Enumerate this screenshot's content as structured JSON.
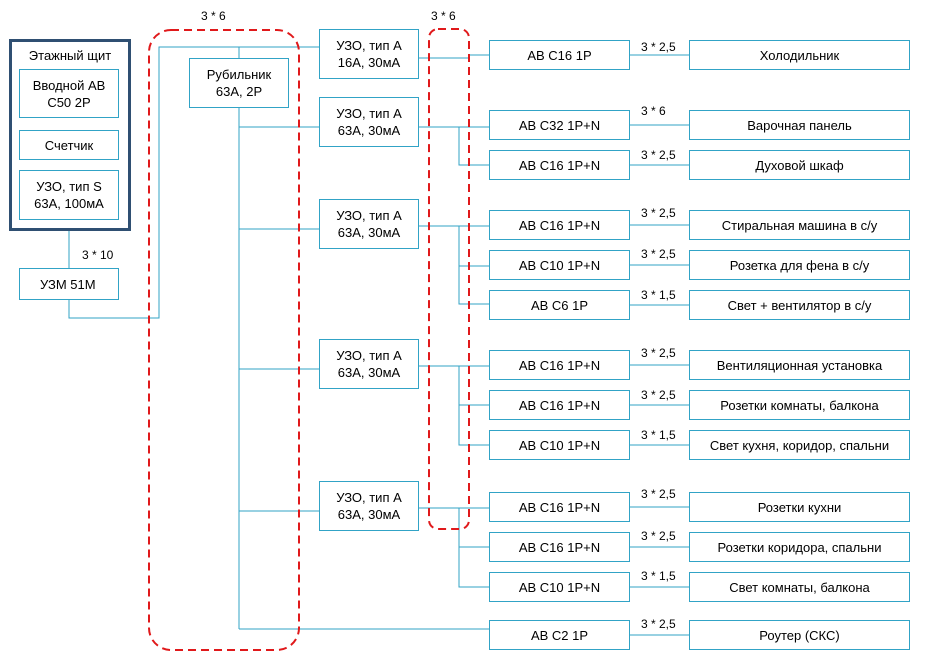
{
  "panel": {
    "title": "Этажный щит",
    "input_breaker": "Вводной АВ\nС50 2Р",
    "meter": "Счетчик",
    "rcd_main": "УЗО, тип S\n63А, 100мА"
  },
  "uzm": {
    "label": "УЗМ 51М",
    "cable": "3 * 10"
  },
  "switch": {
    "label": "Рубильник\n63А, 2Р"
  },
  "cable_labels": {
    "switch_group": "3 * 6",
    "rcd_group": "3 * 6"
  },
  "rcds": [
    {
      "label": "УЗО, тип А\n16А, 30мА"
    },
    {
      "label": "УЗО, тип А\n63А, 30мА"
    },
    {
      "label": "УЗО, тип А\n63А, 30мА"
    },
    {
      "label": "УЗО, тип А\n63А, 30мА"
    },
    {
      "label": "УЗО, тип А\n63А, 30мА"
    }
  ],
  "circuits": [
    {
      "breaker": "АВ   С16   1Р",
      "cable": "3 * 2,5",
      "load": "Холодильник"
    },
    {
      "breaker": "АВ   С32   1Р+N",
      "cable": "3 * 6",
      "load": "Варочная панель"
    },
    {
      "breaker": "АВ   С16   1Р+N",
      "cable": "3 * 2,5",
      "load": "Духовой шкаф"
    },
    {
      "breaker": "АВ   С16   1Р+N",
      "cable": "3 * 2,5",
      "load": "Стиральная машина в с/у"
    },
    {
      "breaker": "АВ   С10   1Р+N",
      "cable": "3 * 2,5",
      "load": "Розетка для фена в с/у"
    },
    {
      "breaker": "АВ   С6   1Р",
      "cable": "3 * 1,5",
      "load": "Свет + вентилятор в с/у"
    },
    {
      "breaker": "АВ   С16   1Р+N",
      "cable": "3 * 2,5",
      "load": "Вентиляционная установка"
    },
    {
      "breaker": "АВ   С16   1Р+N",
      "cable": "3 * 2,5",
      "load": "Розетки комнаты, балкона"
    },
    {
      "breaker": "АВ   С10   1Р+N",
      "cable": "3 * 1,5",
      "load": "Свет кухня, коридор, спальни"
    },
    {
      "breaker": "АВ   С16   1Р+N",
      "cable": "3 * 2,5",
      "load": "Розетки кухни"
    },
    {
      "breaker": "АВ   С16   1Р+N",
      "cable": "3 * 2,5",
      "load": "Розетки коридора, спальни"
    },
    {
      "breaker": "АВ   С10   1Р+N",
      "cable": "3 * 1,5",
      "load": "Свет комнаты, балкона"
    },
    {
      "breaker": "АВ   С2   1Р",
      "cable": "3 * 2,5",
      "load": "Роутер (СКС)"
    }
  ],
  "colors": {
    "box_border": "#31a3c6",
    "wire": "#31a3c6",
    "panel_border": "#2f4f72",
    "dashed": "#e0191b"
  }
}
